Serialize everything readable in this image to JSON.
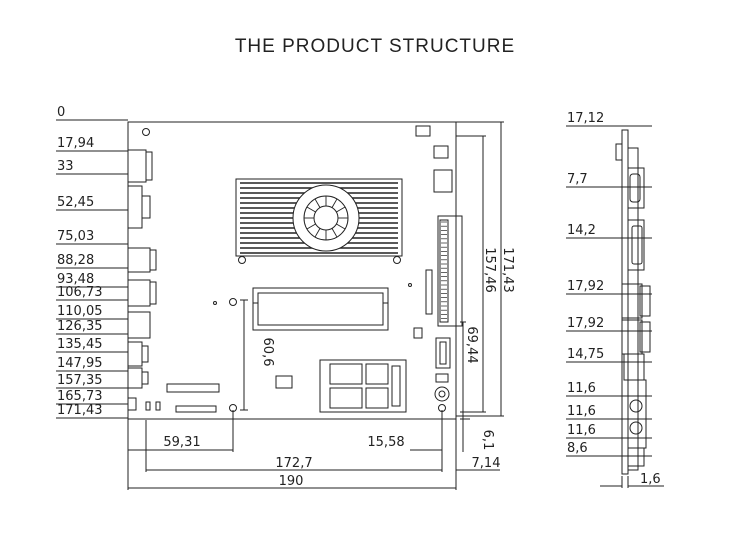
{
  "title": "THE PRODUCT STRUCTURE",
  "left_dims": [
    "0",
    "17,94",
    "33",
    "52,45",
    "75,03",
    "88,28",
    "93,48",
    "106,73",
    "110,05",
    "126,35",
    "135,45",
    "147,95",
    "157,35",
    "165,73",
    "171,43"
  ],
  "inner": {
    "d_60_6": "60,6",
    "d_69_44": "69,44",
    "d_157_46": "157,46",
    "d_171_43": "171,43",
    "d_6_1": "6,1",
    "d_59_31": "59,31",
    "d_15_58": "15,58",
    "d_172_7": "172,7",
    "d_7_14": "7,14",
    "d_190": "190"
  },
  "side_dims": [
    "17,12",
    "7,7",
    "14,2",
    "17,92",
    "17,92",
    "14,75",
    "11,6",
    "11,6",
    "11,6",
    "8,6"
  ],
  "side_bottom": "1,6"
}
